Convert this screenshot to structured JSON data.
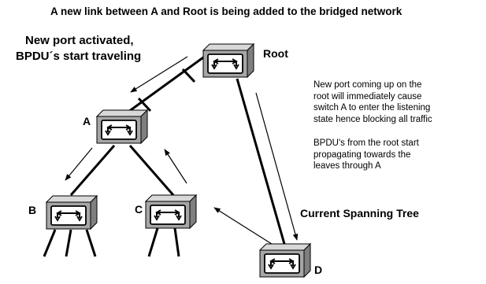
{
  "title": "A new link between A and Root is being added to the bridged network",
  "annotation_left": {
    "line1": "New port activated,",
    "line2": "BPDU´s  start traveling"
  },
  "note_listening": {
    "line1": "New port coming up on  the",
    "line2": "root will  immediately cause",
    "line3": "switch A to enter the listening",
    "line4": "state hence blocking all traffic"
  },
  "note_bpdu": {
    "line1": "BPDU's from the root start",
    "line2": "propagating towards the",
    "line3": "leaves through A"
  },
  "current_tree_label": "Current Spanning Tree",
  "nodes": {
    "root": {
      "label": "Root",
      "icon": "switch-icon"
    },
    "a": {
      "label": "A",
      "icon": "switch-icon"
    },
    "b": {
      "label": "B",
      "icon": "switch-icon"
    },
    "c": {
      "label": "C",
      "icon": "switch-icon"
    },
    "d": {
      "label": "D",
      "icon": "switch-icon"
    }
  },
  "colors": {
    "switch_front": "#a6a6a6",
    "switch_top": "#d8d8d8",
    "switch_side": "#7f7f7f",
    "switch_panel": "#ffffff",
    "line": "#000000"
  }
}
